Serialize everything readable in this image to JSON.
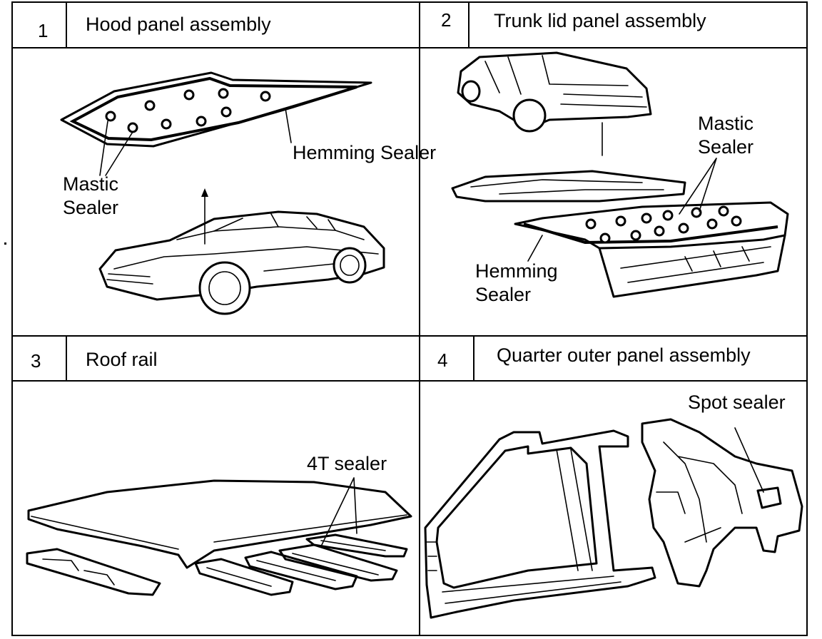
{
  "panels": [
    {
      "number": "1",
      "title": "Hood panel assembly",
      "labels": [
        "Mastic Sealer",
        "Hemming Sealer"
      ]
    },
    {
      "number": "2",
      "title": "Trunk lid panel assembly",
      "labels": [
        "Mastic Sealer",
        "Hemming Sealer"
      ]
    },
    {
      "number": "3",
      "title": "Roof rail",
      "labels": [
        "4T sealer"
      ]
    },
    {
      "number": "4",
      "title": "Quarter outer panel assembly",
      "labels": [
        "Spot sealer"
      ]
    }
  ]
}
